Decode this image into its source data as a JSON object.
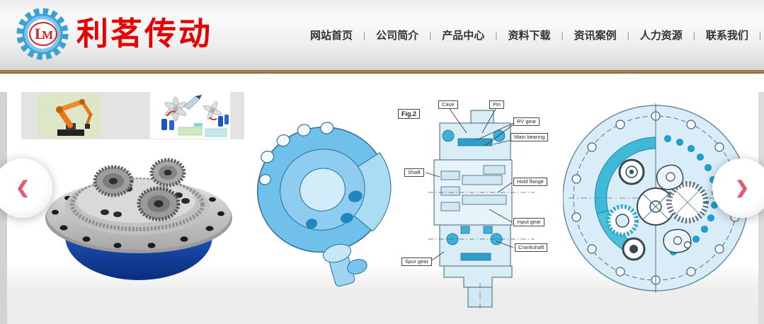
{
  "brand": {
    "name": "利茗传动",
    "monogram_l": "L",
    "monogram_m": "M"
  },
  "nav": {
    "separator": "|",
    "items": [
      {
        "label": "网站首页"
      },
      {
        "label": "公司简介"
      },
      {
        "label": "产品中心"
      },
      {
        "label": "资料下载"
      },
      {
        "label": "资讯案例"
      },
      {
        "label": "人力资源"
      },
      {
        "label": "联系我们"
      }
    ]
  },
  "carousel": {
    "prev_symbol": "❮",
    "next_symbol": "❯"
  },
  "diagram": {
    "fig": "Fig.2",
    "labels": {
      "case": "Case",
      "pin": "Pin",
      "rv_gear": "RV gear",
      "main_bearing": "Main bearing",
      "shaft": "Shaft",
      "hold_flange": "Hold flange",
      "input_gear": "Input gear",
      "crankshaft": "Crankshaft",
      "spur_gear": "Spur gear"
    }
  },
  "colors": {
    "brand_red": "#e60000",
    "logo_gear_blue": "#3aa0d8",
    "gold_divider": "#9c7a45",
    "diagram_light_blue": "#d8edf8",
    "diagram_accent_blue": "#2fa9cf",
    "reducer_base_blue": "#1a4fb4",
    "arrow_pink": "#e45a70",
    "nav_text": "#333333"
  }
}
